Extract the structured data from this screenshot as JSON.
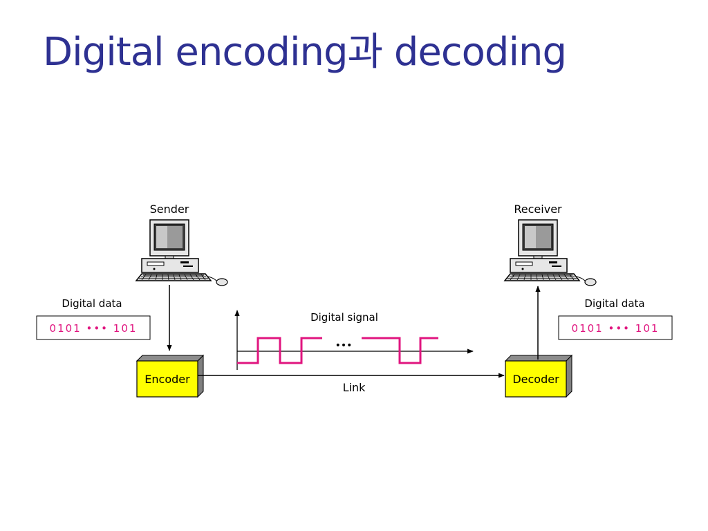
{
  "slide": {
    "title": "Digital encoding과 decoding"
  },
  "diagram": {
    "sender_label": "Sender",
    "receiver_label": "Receiver",
    "sender_data_label": "Digital data",
    "receiver_data_label": "Digital data",
    "sender_bits": "0101 ••• 101",
    "receiver_bits": "0101 ••• 101",
    "signal_label": "Digital signal",
    "signal_ellipsis": "•••",
    "encoder_label": "Encoder",
    "decoder_label": "Decoder",
    "link_label": "Link",
    "colors": {
      "title": "#2e3192",
      "signal": "#e0157f",
      "bits": "#e0157f",
      "box_face": "#ffff00",
      "box_side": "#808080"
    }
  }
}
